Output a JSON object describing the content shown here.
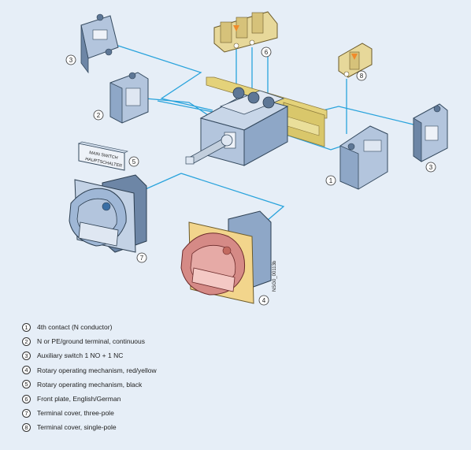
{
  "diagram": {
    "callouts": [
      "1",
      "2",
      "3",
      "3",
      "4",
      "5",
      "6",
      "7",
      "8"
    ],
    "front_plate": {
      "line1": "MAIN SWITCH",
      "line2": "HAUPTSCHALTER"
    },
    "drawing_code": "NSG0_00113b",
    "colors": {
      "background": "#e6eef7",
      "leader": "#29a3dc",
      "component_blue": "#9fb7d6",
      "component_dark": "#5e7796",
      "cover_yellow": "#e7d89a",
      "handle_red": "#d58a86",
      "plate_yellow": "#f2d58c",
      "rail": "#e4d27a"
    }
  },
  "legend": {
    "items": [
      {
        "number": "1",
        "text": "4th contact (N conductor)"
      },
      {
        "number": "2",
        "text": "N or PE/ground terminal, continuous"
      },
      {
        "number": "3",
        "text": "Auxiliary switch 1 NO + 1 NC"
      },
      {
        "number": "4",
        "text": "Rotary operating mechanism, red/yellow"
      },
      {
        "number": "5",
        "text": "Rotary operating mechanism, black"
      },
      {
        "number": "6",
        "text": "Front plate, English/German"
      },
      {
        "number": "7",
        "text": "Terminal cover, three-pole"
      },
      {
        "number": "8",
        "text": "Terminal cover, single-pole"
      }
    ]
  }
}
